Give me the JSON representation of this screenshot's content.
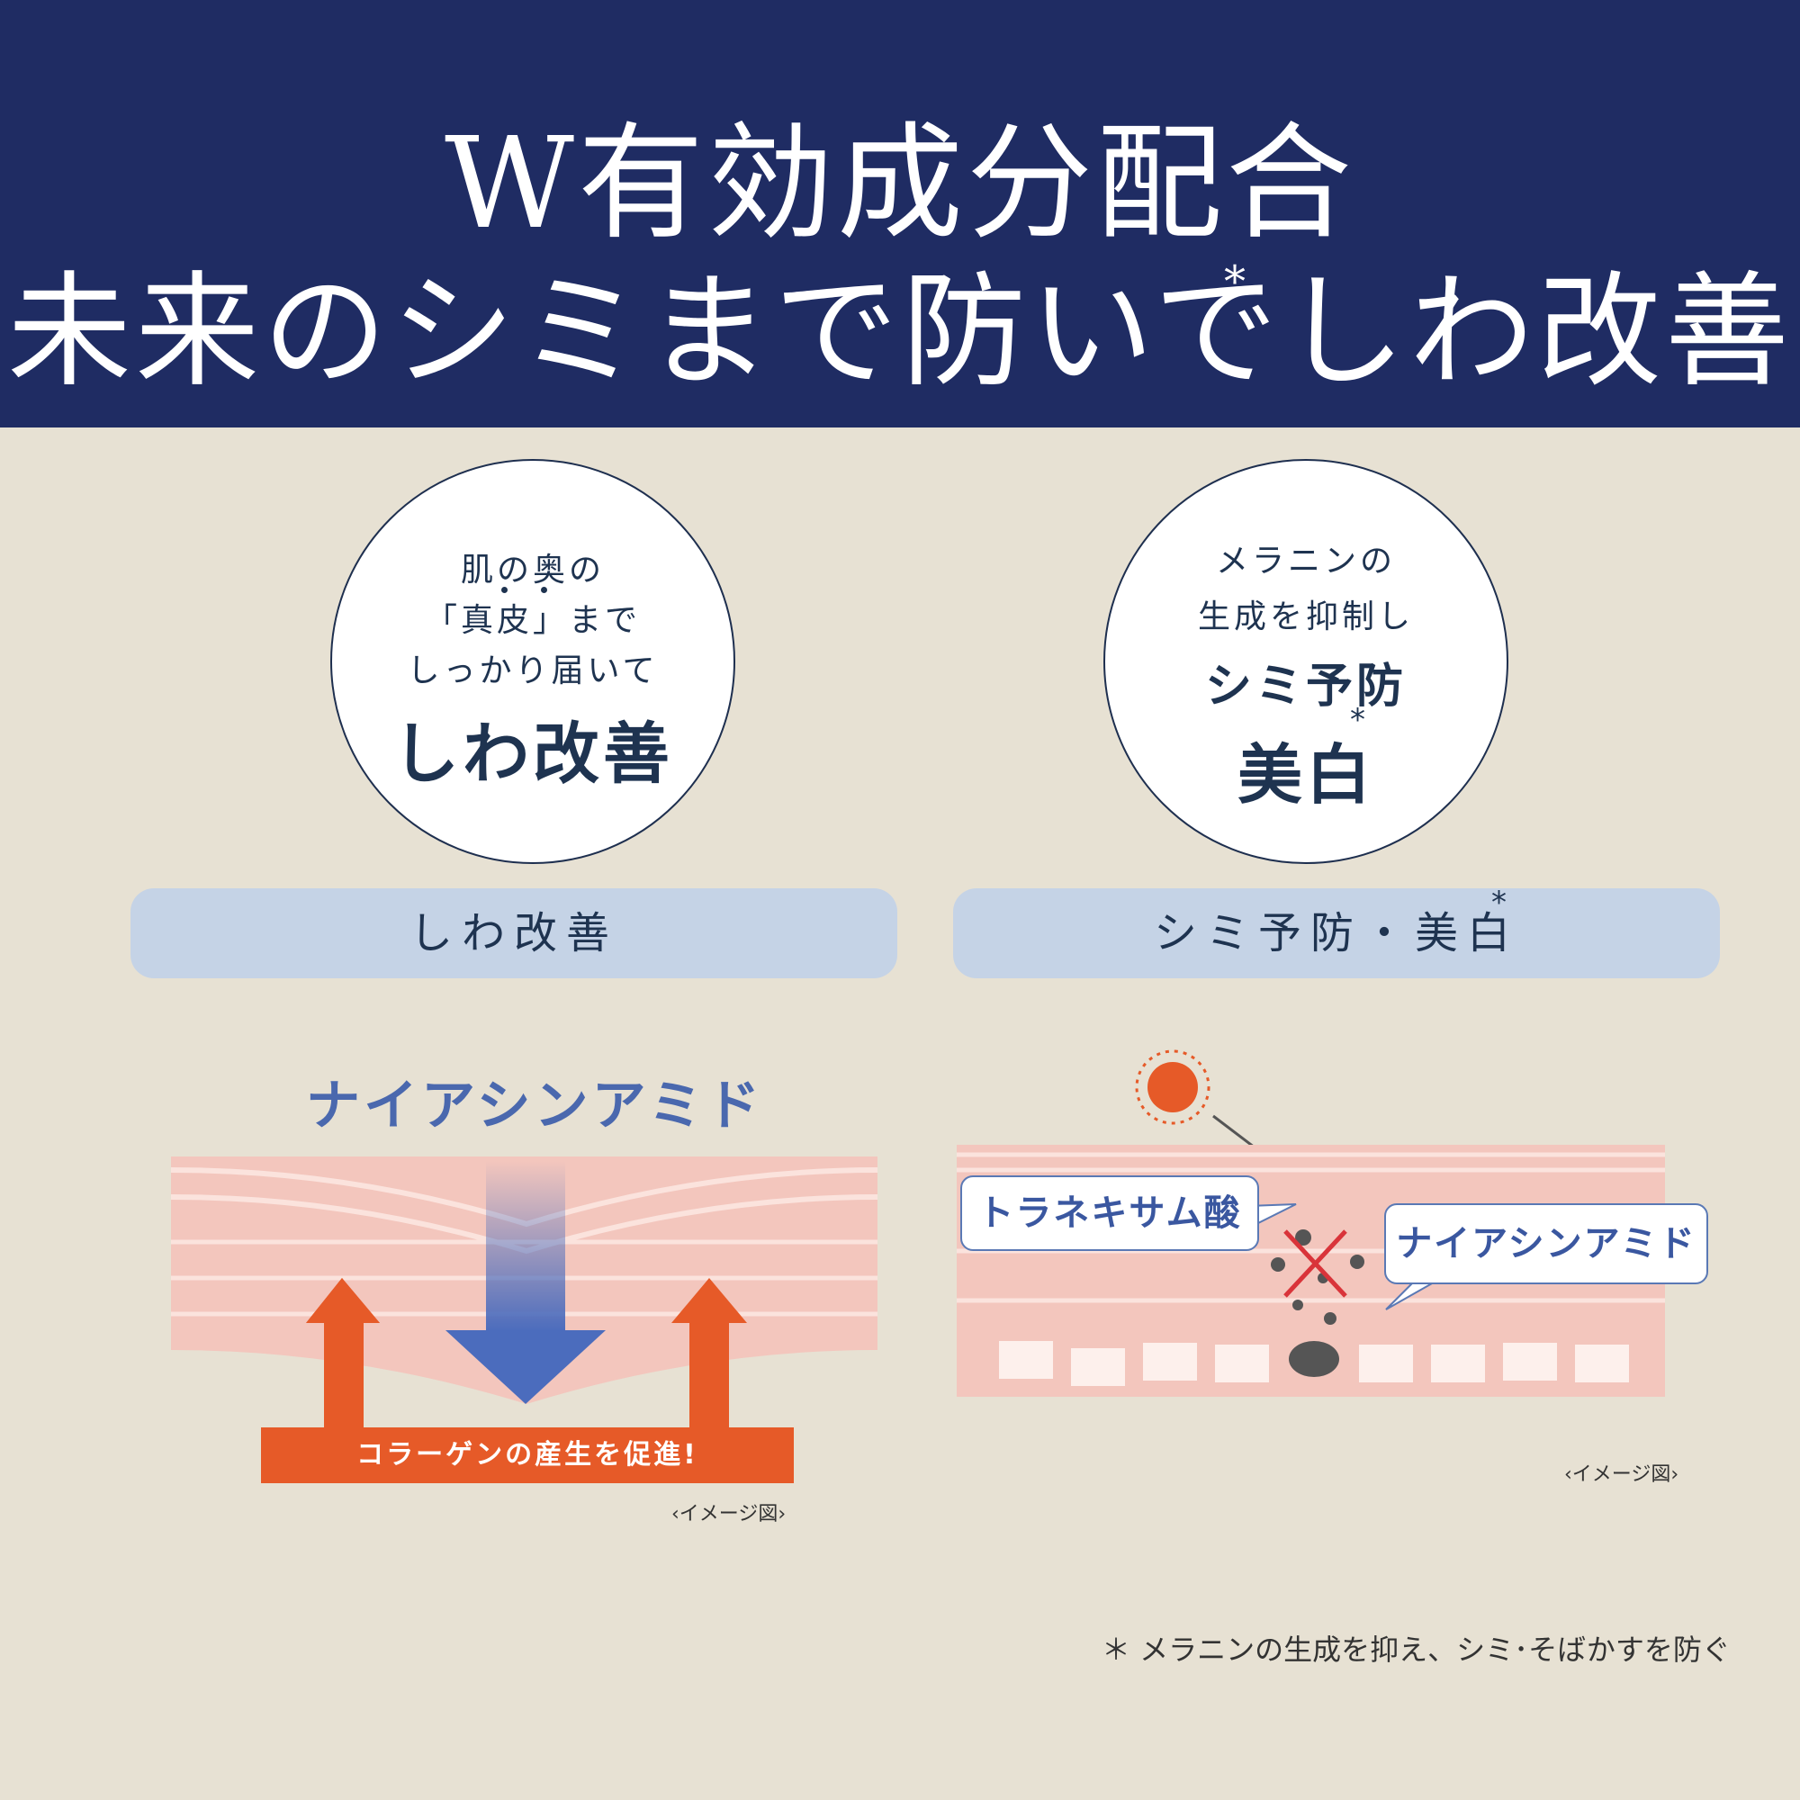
{
  "header": {
    "line1": "W有効成分配合",
    "line2": "未来のシミまで防いでしわ改善",
    "asterisk": "*"
  },
  "left_circle": {
    "line1": "肌の奥の",
    "line2": "「真皮」まで",
    "line3": "しっかり届いて",
    "big": "しわ改善"
  },
  "right_circle": {
    "line1": "メラニンの",
    "line2": "生成を抑制し",
    "big1": "シミ予防",
    "big2": "美白",
    "asterisk": "*"
  },
  "pills": {
    "left": "しわ改善",
    "right": "シミ予防・美白",
    "right_asterisk": "*"
  },
  "left_diagram": {
    "title": "ナイアシンアミド",
    "collagen": "コラーゲンの産生を促進!",
    "caption": "‹イメージ図›"
  },
  "right_diagram": {
    "tranexamic": "トラネキサム酸",
    "niacinamide": "ナイアシンアミド",
    "caption": "‹イメージ図›"
  },
  "footnote": "＊ メラニンの生成を抑え、シミ･そばかすを防ぐ",
  "colors": {
    "navy": "#1f2c63",
    "beige": "#e7e1d3",
    "pill": "#c5d3e6",
    "orange": "#e65a28",
    "blue_text": "#4a68ae"
  }
}
